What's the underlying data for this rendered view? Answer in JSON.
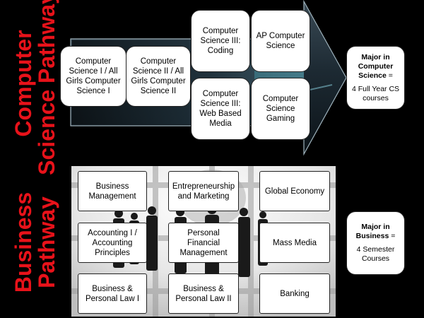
{
  "cs": {
    "label_line1": "Computer",
    "label_line2": "Science Pathway",
    "courses": [
      "Computer Science I / All Girls Computer Science I",
      "Computer Science II / All Girls Computer Science II",
      "Computer Science III: Coding",
      "AP Computer Science",
      "Computer Science III: Web Based Media",
      "Computer Science Gaming"
    ],
    "major_title": "Major in Computer Science",
    "major_eq": " =",
    "major_detail": "4 Full Year CS courses"
  },
  "biz": {
    "label_line1": "Business",
    "label_line2": "Pathway",
    "courses": [
      "Business Management",
      "Entrepreneurship and Marketing",
      "Global Economy",
      "Accounting I / Accounting Principles",
      "Personal Financial Management",
      "Mass Media",
      "Business & Personal Law I",
      "Business & Personal Law II",
      "Banking"
    ],
    "major_title": "Major in Business",
    "major_eq": " =",
    "major_detail": "4 Semester Courses"
  },
  "colors": {
    "label": "#e8121a",
    "background": "#000000",
    "box": "#ffffff"
  }
}
